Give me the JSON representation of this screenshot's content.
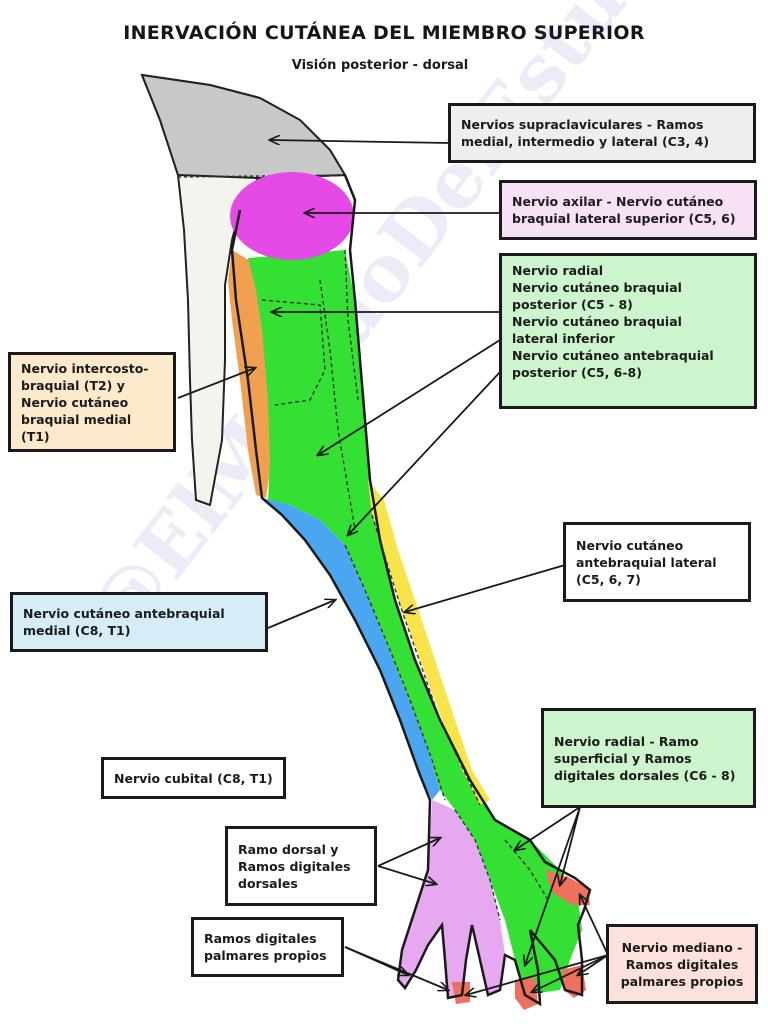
{
  "title": "INERVACIÓN CUTÁNEA DEL MIEMBRO SUPERIOR",
  "subtitle": "Visión posterior - dorsal",
  "watermark": "@ElMundoDelEstudiante",
  "colors": {
    "supraclavicular": "#c8c8c8",
    "axilar": "#e64ae6",
    "radial": "#35e035",
    "intercostobraquial": "#f0a050",
    "antebraquial_medial": "#4aa6f0",
    "antebraquial_lateral": "#f7e44a",
    "cubital": "#e7a8f2",
    "mediano": "#f07060",
    "box_supraclavicular": "#eeeeee",
    "box_axilar": "#f6e2f4",
    "box_radial": "#cdf5cd",
    "box_intercosto": "#fde9cc",
    "box_antebraquial_medial": "#d4edf6",
    "box_white": "#ffffff",
    "box_mediano": "#fde1dc"
  },
  "labels": {
    "supraclaviculares": "Nervios supraclaviculares - Ramos\nmedial, intermedio y lateral  (C3, 4)",
    "axilar": "Nervio axilar - Nervio cutáneo\nbraquial lateral superior (C5, 6)",
    "radial": "Nervio radial\n    Nervio cutáneo braquial\nposterior (C5 - 8)\n    Nervio cutáneo braquial\nlateral inferior\n    Nervio cutáneo antebraquial\nposterior (C5, 6-8)",
    "intercosto": "Nervio intercosto-\nbraquial (T2) y\nNervio cutáneo\nbraquial medial (T1)",
    "antebraquial_lateral": "Nervio cutáneo\nantebraquial lateral\n(C5, 6, 7)",
    "antebraquial_medial": "Nervio cutáneo antebraquial\nmedial (C8, T1)",
    "radial_superficial": "Nervio radial - Ramo\nsuperficial y Ramos\ndigitales dorsales (C6 - 8)",
    "cubital": "Nervio cubital (C8, T1)",
    "ramo_dorsal": "Ramo dorsal y\nRamos digitales\ndorsales",
    "palmares": "Ramos digitales\npalmares propios",
    "mediano": "Nervio mediano -\nRamos digitales\npalmares propios"
  }
}
